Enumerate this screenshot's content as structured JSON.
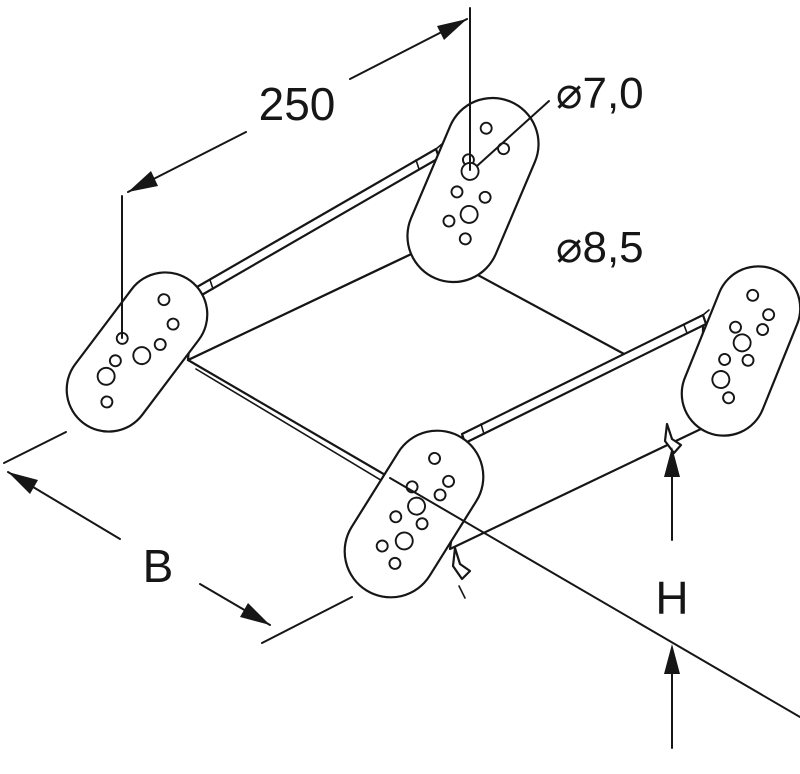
{
  "page": {
    "background_color": "#ffffff",
    "line_color": "#161616"
  },
  "drawing": {
    "annotations": {
      "length_dim": "250",
      "hole_dia_small": "⌀7,0",
      "hole_dia_large": "⌀8,5",
      "width_dim": "B",
      "height_dim": "H"
    }
  }
}
